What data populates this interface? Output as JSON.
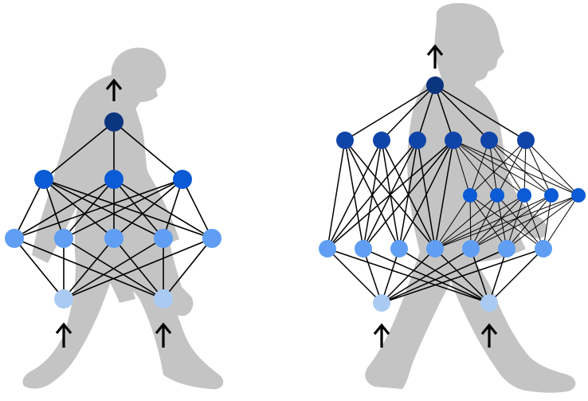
{
  "figure": {
    "background_color": "#ffffff",
    "silhouette_color": "#c4c4c4",
    "edge_color": "#000000",
    "arrow_color": "#000000",
    "arrow_glyph": "up-arrow",
    "layer_colors": {
      "input": "#a9cbf3",
      "hidden_light": "#5f9ef3",
      "hidden_mid": "#0b5ad6",
      "hidden_deep": "#0f44a9",
      "output": "#0c3580"
    }
  },
  "left_network": {
    "silhouette": "ape-silhouette",
    "layers": [
      {
        "name": "input",
        "count": 2
      },
      {
        "name": "hidden-1",
        "count": 5
      },
      {
        "name": "hidden-2",
        "count": 3
      },
      {
        "name": "output",
        "count": 1
      }
    ],
    "input_arrows": 2,
    "output_arrows": 1
  },
  "right_network": {
    "silhouette": "human-silhouette",
    "layers": [
      {
        "name": "input",
        "count": 2
      },
      {
        "name": "hidden-1",
        "count": 7
      },
      {
        "name": "hidden-side",
        "count": 5
      },
      {
        "name": "hidden-2",
        "count": 6
      },
      {
        "name": "output",
        "count": 1
      }
    ],
    "input_arrows": 2,
    "output_arrows": 1
  }
}
